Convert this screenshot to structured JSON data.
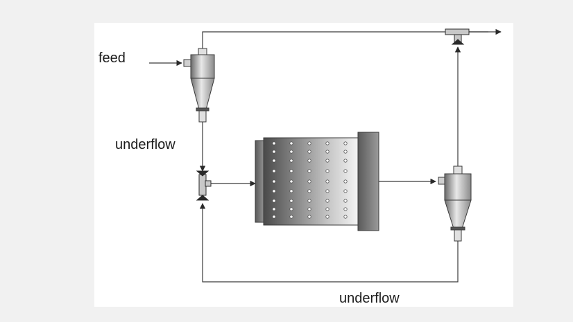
{
  "labels": {
    "feed": "feed",
    "underflow_primary": "underflow",
    "underflow_secondary": "underflow"
  },
  "colors": {
    "background": "#f1f1f1",
    "panel": "#ffffff",
    "line": "#3a3a3a",
    "equipment_dark": "#4a4a4a",
    "equipment_light": "#f2f2f2"
  }
}
